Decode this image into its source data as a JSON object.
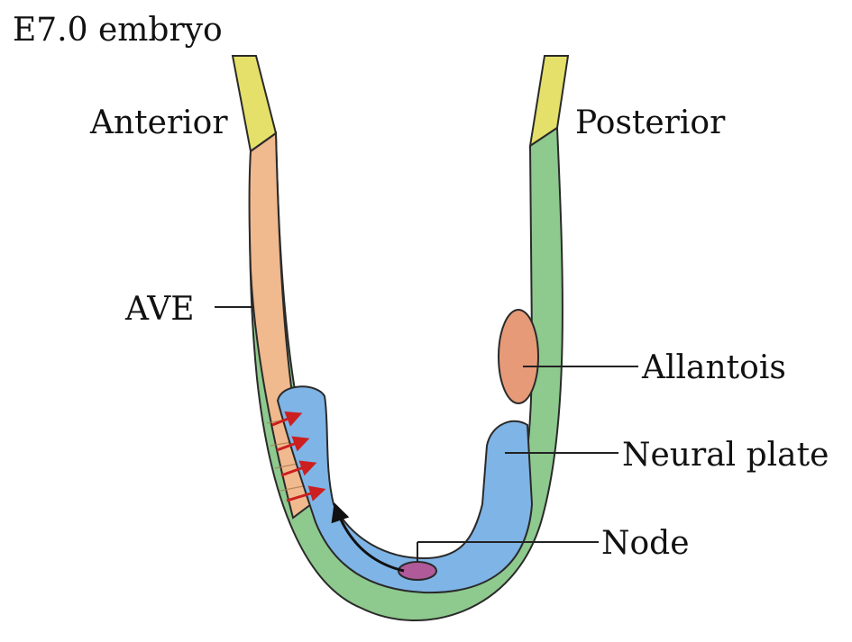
{
  "figure": {
    "title": "E7.0 embryo",
    "labels": {
      "anterior": "Anterior",
      "posterior": "Posterior",
      "ave": "AVE",
      "allantois": "Allantois",
      "neural_plate": "Neural plate",
      "node": "Node"
    }
  },
  "colors": {
    "extraembryonic": "#e4e06a",
    "ave_tissue": "#f0b98e",
    "endoderm": "#8ec98e",
    "neural_plate": "#7fb4e6",
    "allantois": "#e79a78",
    "node": "#b05a9a",
    "arrows": "#cc1f1f",
    "outline": "#2a2a2a"
  },
  "icons": {
    "anterior_arrows": "red-arrow-icon",
    "node_arrow": "black-arrow-icon"
  }
}
